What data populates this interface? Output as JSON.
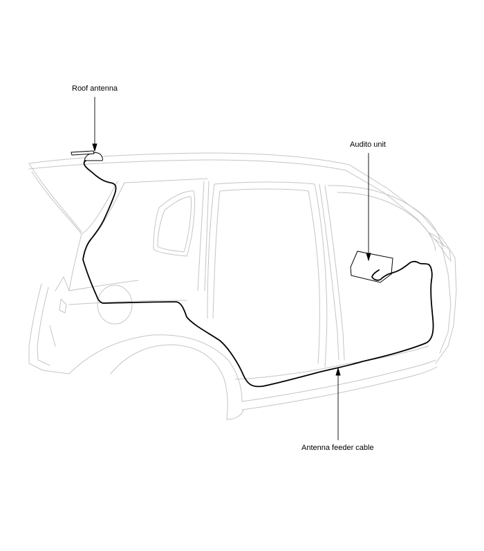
{
  "labels": {
    "roof_antenna": "Roof antenna",
    "audio_unit": "Audito unit",
    "feeder_cable": "Antenna feeder cable"
  },
  "colors": {
    "body_outline": "#c4c4c4",
    "cable": "#000000",
    "leader": "#000000"
  }
}
